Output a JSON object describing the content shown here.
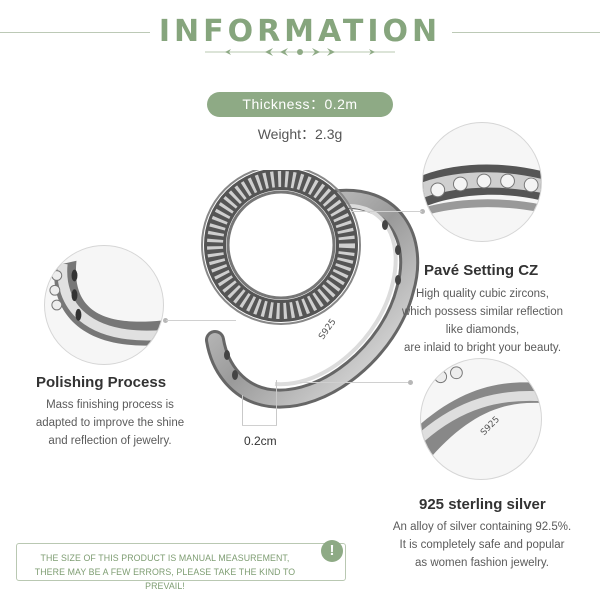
{
  "header": {
    "title": "INFORMATION",
    "thickness_label": "Thickness：0.2m",
    "weight_label": "Weight：2.3g"
  },
  "features": {
    "pave": {
      "title": "Pavé Setting CZ",
      "lines": [
        "High quality cubic zircons,",
        "which possess similar reflection",
        "like diamonds,",
        "are inlaid to bright your beauty."
      ]
    },
    "polishing": {
      "title": "Polishing Process",
      "lines": [
        "Mass finishing process is",
        "adapted to improve the shine",
        "and reflection of jewelry."
      ]
    },
    "silver": {
      "title": "925 sterling silver",
      "lines": [
        "An alloy of silver containing 92.5%.",
        "It is completely safe and popular",
        "as women fashion jewelry."
      ]
    }
  },
  "dimension": "0.2cm",
  "stamp": "S925",
  "notice": {
    "line1": "THE SIZE OF THIS PRODUCT IS MANUAL MEASUREMENT,",
    "line2": "THERE MAY BE A FEW ERRORS, PLEASE TAKE THE KIND TO PREVAIL!",
    "icon": "!"
  },
  "colors": {
    "accent": "#8eaa85",
    "title": "#86a57d",
    "text": "#5b5b5b"
  }
}
